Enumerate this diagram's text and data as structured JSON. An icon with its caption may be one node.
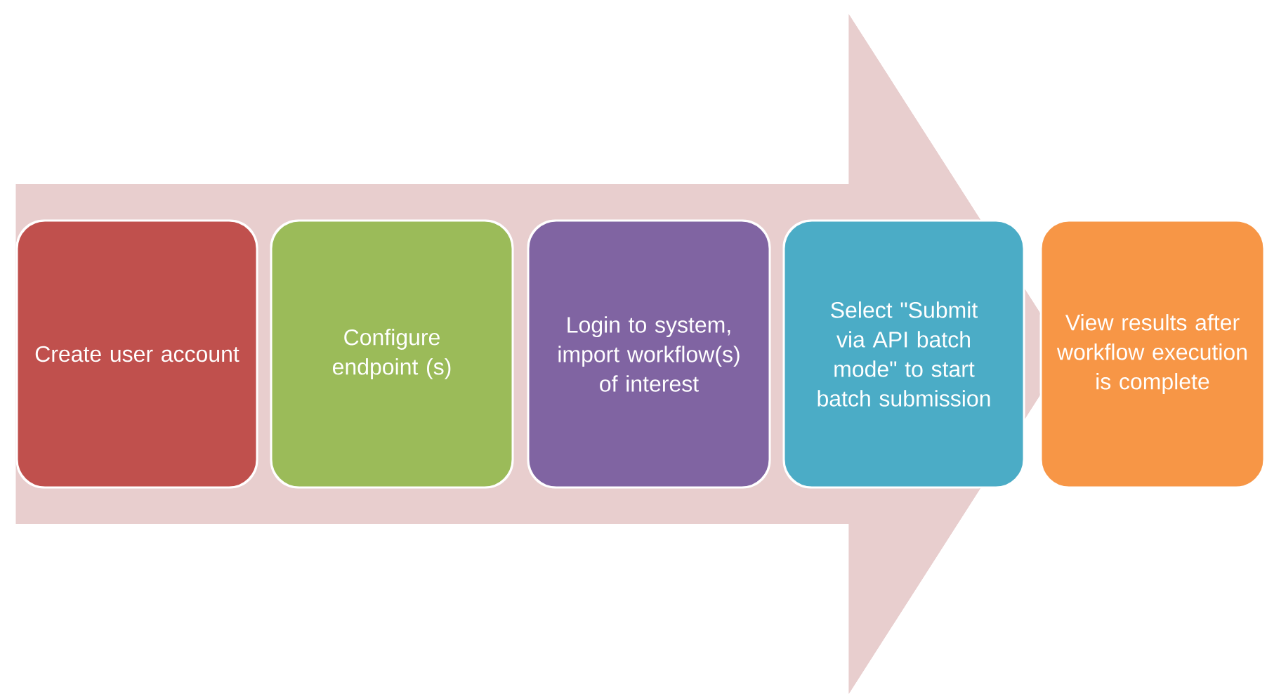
{
  "diagram": {
    "nodes": [
      {
        "text": [
          "Create user account"
        ]
      },
      {
        "text": [
          "Configure endpoint (s)"
        ]
      },
      {
        "text": [
          "Login to system, import workflow(s) of interest"
        ]
      },
      {
        "text": [
          "Select \"Submit via API batch mode\" to start batch submission"
        ]
      },
      {
        "text": [
          "View results after workflow execution is complete"
        ]
      }
    ],
    "edges": [
      {
        "from": 0,
        "to": 4,
        "arrow": "to"
      }
    ]
  }
}
